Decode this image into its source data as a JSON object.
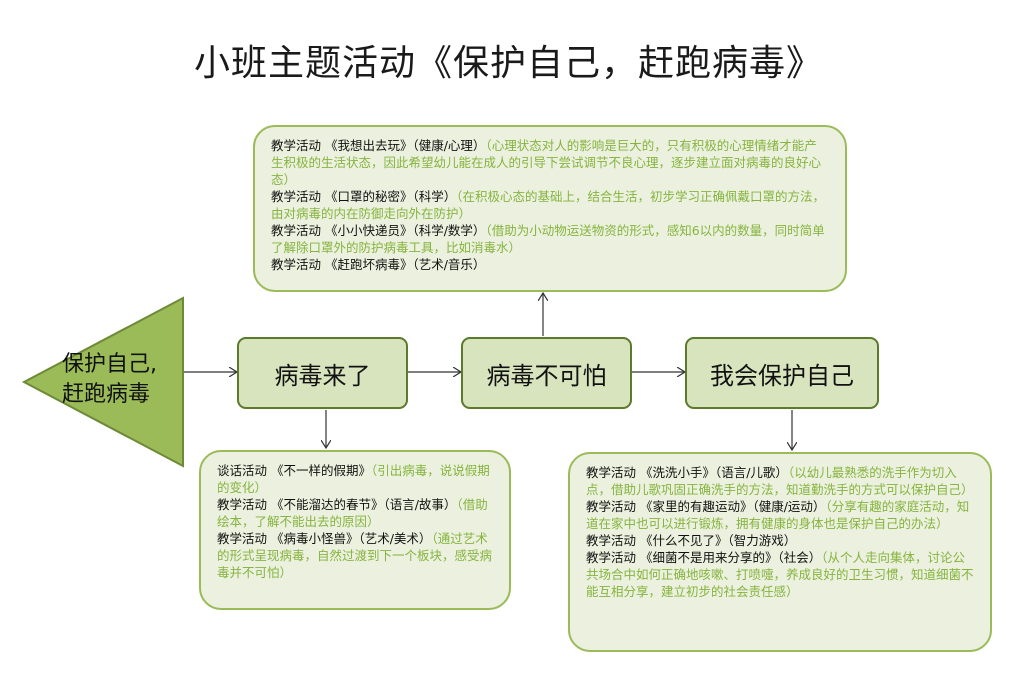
{
  "title": "小班主题活动《保护自己，赶跑病毒》",
  "root": {
    "line1": "保护自己,",
    "line2": "赶跑病毒"
  },
  "nodes": {
    "virus_coming": "病毒来了",
    "not_afraid": "病毒不可怕",
    "protect_self": "我会保护自己"
  },
  "top_box": {
    "items": [
      {
        "label": "教学活动 《我想出去玩》（健康/心理）",
        "note": "（心理状态对人的影响是巨大的，只有积极的心理情绪才能产生积极的生活状态，因此希望幼儿能在成人的引导下尝试调节不良心理，逐步建立面对病毒的良好心态）"
      },
      {
        "label": "教学活动 《口罩的秘密》（科学）",
        "note": "（在积极心态的基础上，结合生活，初步学习正确佩戴口罩的方法，由对病毒的内在防御走向外在防护）"
      },
      {
        "label": "教学活动 《小小快递员》（科学/数学）",
        "note": "（借助为小动物运送物资的形式，感知6以内的数量，同时简单了解除口罩外的防护病毒工具，比如消毒水）"
      },
      {
        "label": "教学活动 《赶跑坏病毒》（艺术/音乐）",
        "note": ""
      }
    ]
  },
  "left_box": {
    "items": [
      {
        "label": "谈话活动 《不一样的假期》",
        "note": "（引出病毒，说说假期的变化）"
      },
      {
        "label": "教学活动 《不能溜达的春节》（语言/故事）",
        "note": "（借助绘本，了解不能出去的原因）"
      },
      {
        "label": "教学活动 《病毒小怪兽》（艺术/美术）",
        "note": "（通过艺术的形式呈现病毒，自然过渡到下一个板块，感受病毒并不可怕）"
      }
    ]
  },
  "right_box": {
    "items": [
      {
        "label": "教学活动 《洗洗小手》（语言/儿歌）",
        "note": "（以幼儿最熟悉的洗手作为切入点，借助儿歌巩固正确洗手的方法，知道勤洗手的方式可以保护自己）"
      },
      {
        "label": "教学活动 《家里的有趣运动》（健康/运动）",
        "note": "（分享有趣的家庭活动，知道在家中也可以进行锻炼，拥有健康的身体也是保护自己的办法）"
      },
      {
        "label": "教学活动 《什么不见了》（智力游戏）",
        "note": ""
      },
      {
        "label": "教学活动 《细菌不是用来分享的》（社会）",
        "note": "（从个人走向集体，讨论公共场合中如何正确地咳嗽、打喷嚏，养成良好的卫生习惯，知道细菌不能互相分享，建立初步的社会责任感）"
      }
    ]
  }
}
